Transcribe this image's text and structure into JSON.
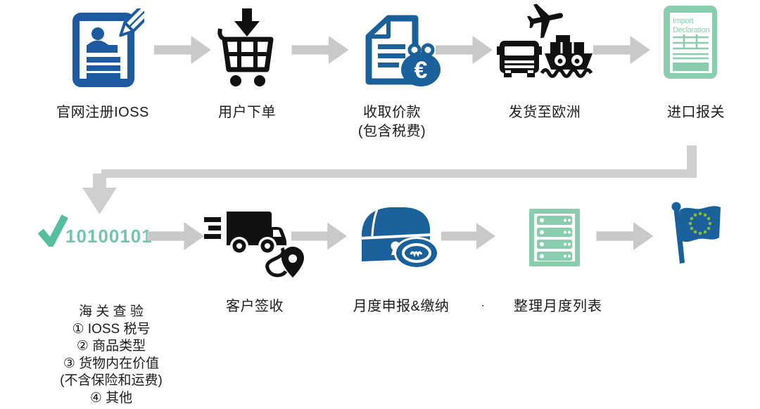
{
  "colors": {
    "blue": "#1a619c",
    "blue_dark": "#1e5aa0",
    "mint": "#89ccae",
    "check_green": "#55bf9c",
    "binary_green": "#72c6a6",
    "arrow_gray": "#c9c9c9",
    "connector_gray": "#cfcfcf",
    "black": "#111111",
    "eu_star_green": "#8ab838"
  },
  "row1": {
    "step1": {
      "label": "官网注册IOSS",
      "icon": "registration-form-icon"
    },
    "step2": {
      "label": "用户下单",
      "icon": "shopping-cart-icon"
    },
    "step3": {
      "label_line1": "收取价款",
      "label_line2": "(包含税费)",
      "icon": "invoice-euro-icon",
      "euro_symbol": "€"
    },
    "step4": {
      "label": "发货至欧洲",
      "icon": "transport-icon"
    },
    "step5": {
      "label": "进口报关",
      "icon": "import-declaration-icon",
      "icon_text_line1": "Import",
      "icon_text_line2": "Declaration"
    }
  },
  "row2": {
    "step1": {
      "icon": "checkmark-icon",
      "binary_text": "10100101",
      "label_title": "海 关 查 验",
      "label_item1": "① IOSS 税号",
      "label_item2": "② 商品类型",
      "label_item3": "③ 货物内在价值",
      "label_item4": "(不含保险和运费)",
      "label_item5": "④ 其他"
    },
    "step2": {
      "label": "客户签收",
      "icon": "delivery-truck-icon"
    },
    "step3": {
      "label": "月度申报&缴纳",
      "icon": "treasure-chest-coin-icon"
    },
    "separator_dot": ".",
    "step4": {
      "label": "整理月度列表",
      "icon": "server-list-icon"
    },
    "step5": {
      "icon": "eu-flag-icon"
    }
  }
}
